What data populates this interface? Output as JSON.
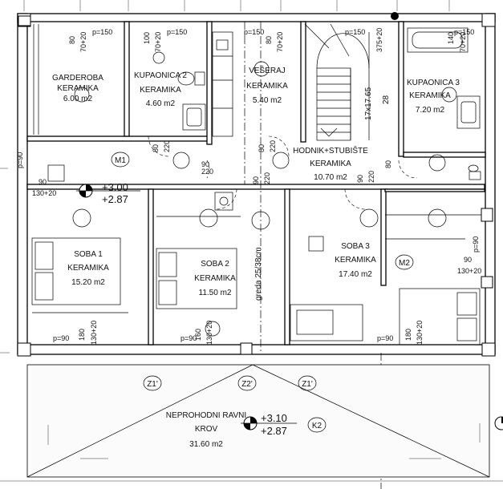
{
  "rooms": {
    "garderoba": {
      "name": "GARDEROBA",
      "floor": "KERAMIKA",
      "area": "6.00 m2"
    },
    "kupaonica2": {
      "name": "KUPAONICA 2",
      "floor": "KERAMIKA",
      "area": "4.60 m2"
    },
    "veseraj": {
      "name": "VEŠERAJ",
      "floor": "KERAMIKA",
      "area": "5.40 m2"
    },
    "kupaonica3": {
      "name": "KUPAONICA 3",
      "floor": "KERAMIKA",
      "area": "7.20 m2"
    },
    "hodnik": {
      "name": "HODNIK+STUBIŠTE",
      "floor": "KERAMIKA",
      "area": "10.70 m2"
    },
    "soba1": {
      "name": "SOBA 1",
      "floor": "KERAMIKA",
      "area": "15.20 m2"
    },
    "soba2": {
      "name": "SOBA 2",
      "floor": "KERAMIKA",
      "area": "11.50 m2"
    },
    "soba3": {
      "name": "SOBA 3",
      "floor": "KERAMIKA",
      "area": "17.40 m2"
    },
    "krov": {
      "name": "NEPROHODNI RAVNI",
      "name2": "KROV",
      "area": "31.60 m2"
    }
  },
  "levels": {
    "upper": "+3.00",
    "lower": "+2.87",
    "roof_upper": "+3.10",
    "roof_lower": "+2.87"
  },
  "stair": {
    "steps": "17x17.65",
    "width": "28"
  },
  "beam": "greda 25/38cm",
  "markers": {
    "m1": "M1",
    "m2": "M2",
    "k2": "K2",
    "z1a": "Z1'",
    "z2": "Z2'",
    "z1b": "Z1'"
  },
  "dims": {
    "d80": "80",
    "d70_20": "70+20",
    "d100": "100",
    "d90": "90",
    "d220": "220",
    "d140": "140",
    "d375_20": "375+20",
    "d130_20": "130+20",
    "d180": "180",
    "d160": "160",
    "p90": "p=90",
    "p150": "p=150"
  }
}
